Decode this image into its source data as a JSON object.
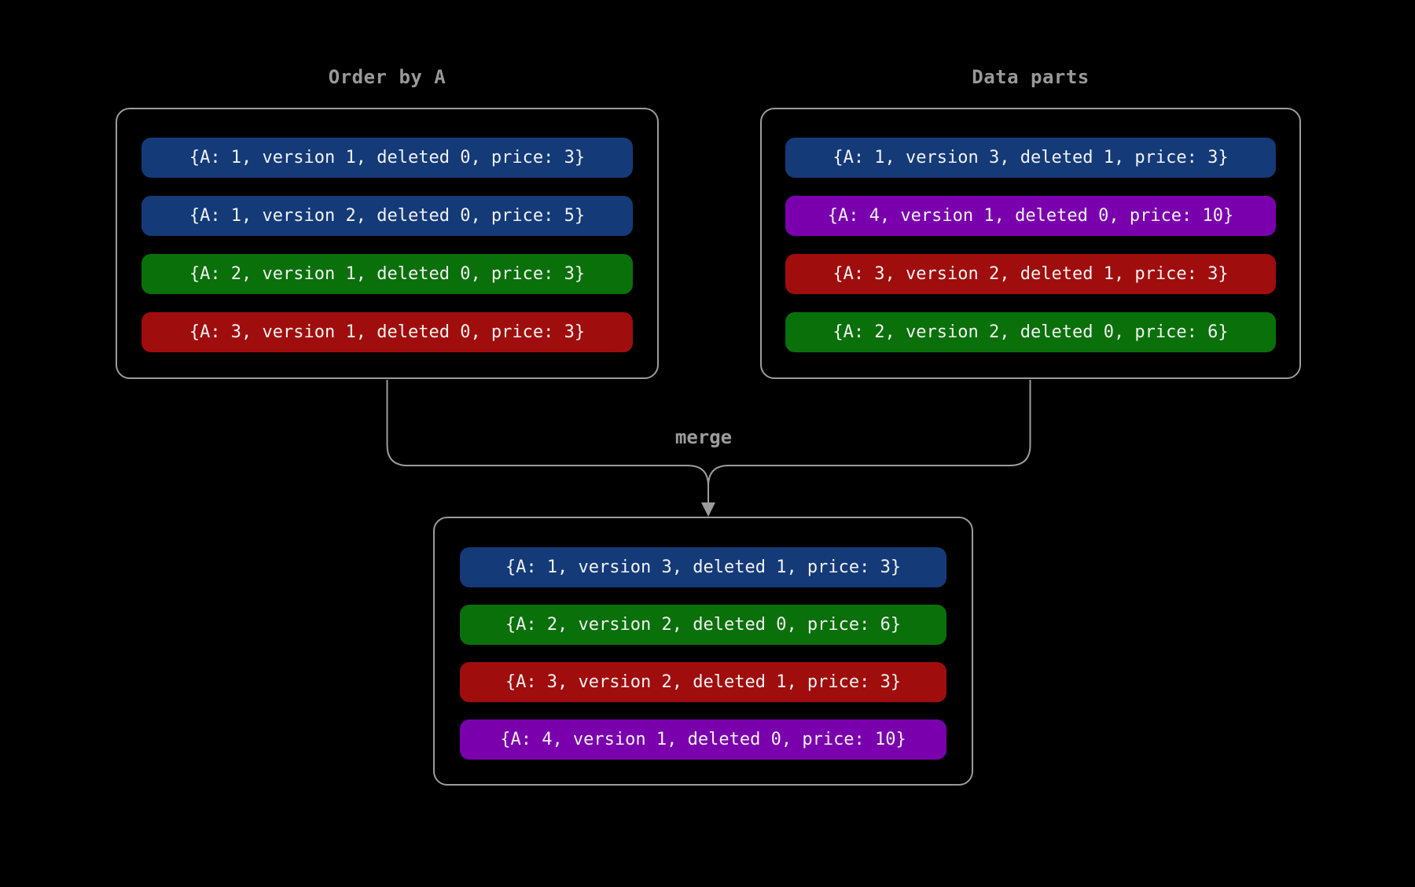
{
  "canvas": {
    "background": "#000000",
    "line_color": "#9c9c9c",
    "border_color": "#9c9c9c",
    "muted_text_color": "#999999",
    "pill_text_color": "#f2f2f2"
  },
  "palette": {
    "blue": "#143a78",
    "green": "#0a700a",
    "red": "#a00d0d",
    "purple": "#7a00ad"
  },
  "left_panel": {
    "title": "Order by A",
    "rows": [
      {
        "label": "{A: 1, version 1, deleted 0, price: 3}",
        "color": "#143a78"
      },
      {
        "label": "{A: 1, version 2, deleted 0, price: 5}",
        "color": "#143a78"
      },
      {
        "label": "{A: 2, version 1, deleted 0, price: 3}",
        "color": "#0a700a"
      },
      {
        "label": "{A: 3, version 1, deleted 0, price: 3}",
        "color": "#a00d0d"
      }
    ]
  },
  "right_panel": {
    "title": "Data parts",
    "rows": [
      {
        "label": "{A: 1, version 3, deleted 1, price: 3}",
        "color": "#143a78"
      },
      {
        "label": "{A: 4, version 1, deleted 0, price: 10}",
        "color": "#7a00ad"
      },
      {
        "label": "{A: 3, version 2, deleted 1, price: 3}",
        "color": "#a00d0d"
      },
      {
        "label": "{A: 2, version 2, deleted 0, price: 6}",
        "color": "#0a700a"
      }
    ]
  },
  "merge": {
    "label": "merge"
  },
  "result_panel": {
    "rows": [
      {
        "label": "{A: 1, version 3, deleted 1, price: 3}",
        "color": "#143a78"
      },
      {
        "label": "{A: 2, version 2, deleted 0, price: 6}",
        "color": "#0a700a"
      },
      {
        "label": "{A: 3, version 2, deleted 1, price: 3}",
        "color": "#a00d0d"
      },
      {
        "label": "{A: 4, version 1, deleted 0, price: 10}",
        "color": "#7a00ad"
      }
    ]
  }
}
